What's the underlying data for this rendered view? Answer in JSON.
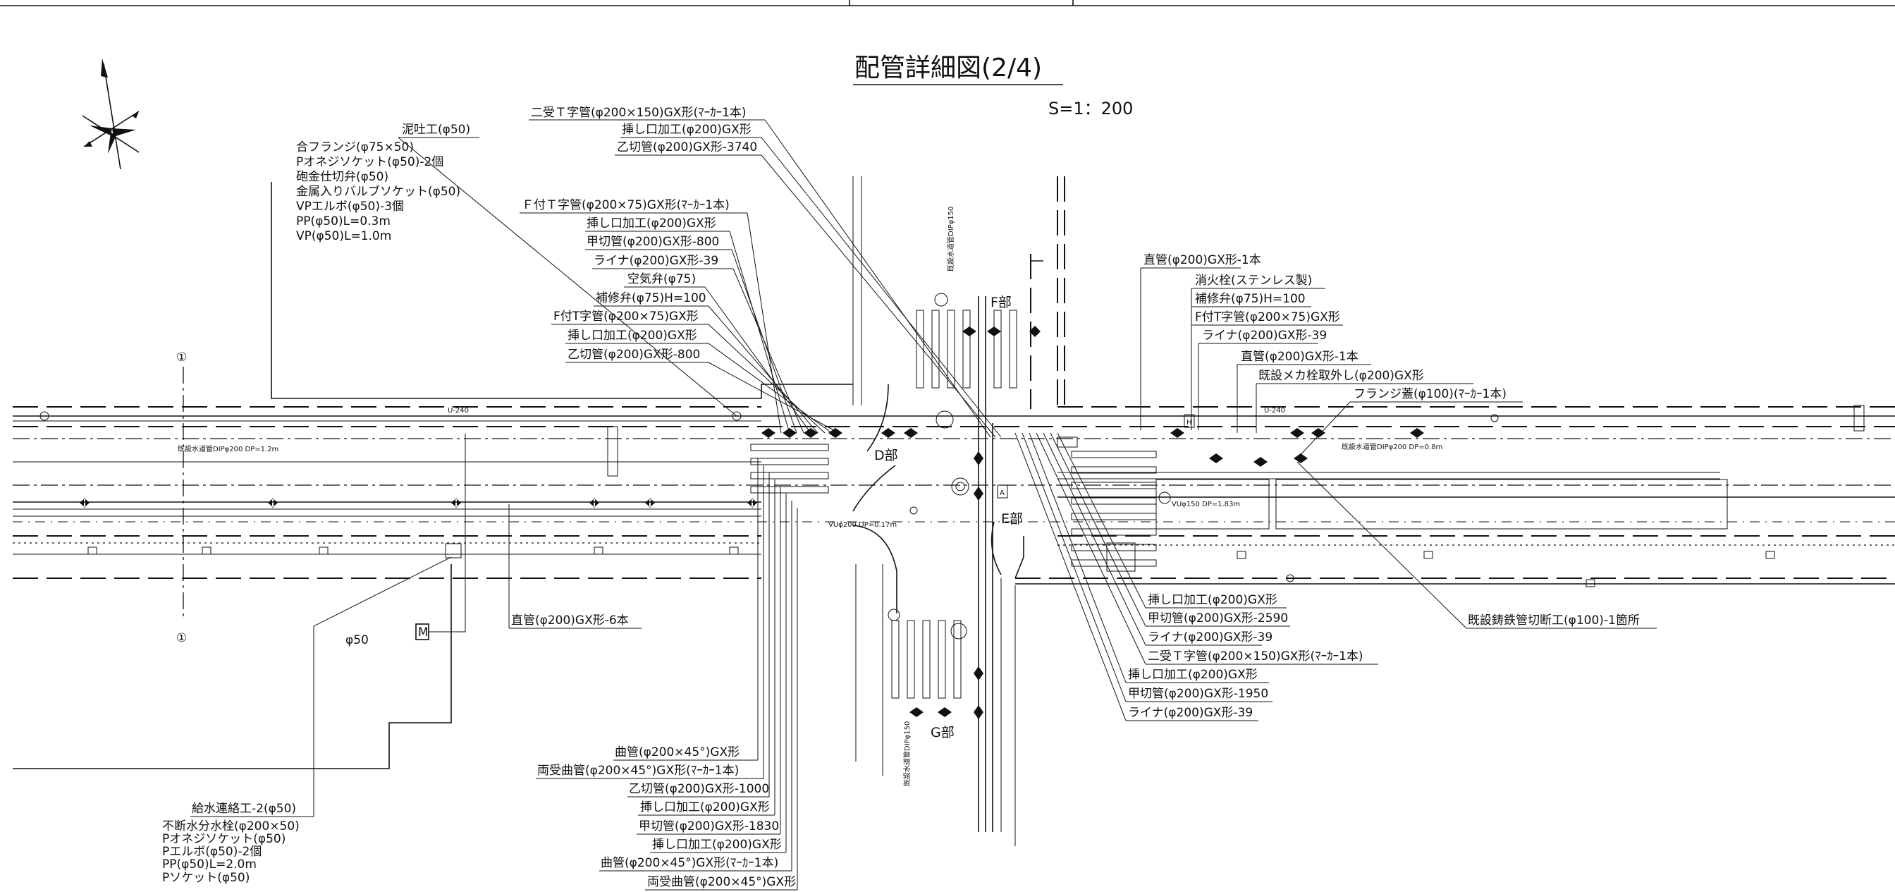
{
  "title": "配管詳細図(2/4)",
  "scale": "S=1：200",
  "section_marker": "①",
  "parts": {
    "d": "D部",
    "e": "E部",
    "f": "F部",
    "g": "G部"
  },
  "box_labels": {
    "a": "A",
    "h": "H",
    "m": "M"
  },
  "small_notes": {
    "existing_pipe_left": "既設水道管DIPφ200 DP=1.2m",
    "existing_pipe_right": "既設水道管DIPφ200 DP=0.8m",
    "vu_note": "VUφ150 DP=1.83m",
    "vu_note2": "VUφ200 DP=0.17m",
    "u240_left": "U-240",
    "u240_right": "U-240",
    "phi50": "φ50",
    "sewer_vertical": "既設水道管DIPφ150"
  },
  "group_tl_a": [
    "合フランジ(φ75×50)",
    "Pオネジソケット(φ50)-2個",
    "砲金仕切弁(φ50)",
    "金属入りバルブソケット(φ50)",
    "VPエルボ(φ50)-3個",
    "PP(φ50)L=0.3m",
    "VP(φ50)L=1.0m"
  ],
  "group_tl_a_head": "泥吐工(φ50)",
  "group_top": [
    "二受Ｔ字管(φ200×150)GX形(ﾏｰｶｰ1本)",
    "挿し口加工(φ200)GX形",
    "乙切管(φ200)GX形-3740"
  ],
  "group_mid": [
    "Ｆ付Ｔ字管(φ200×75)GX形(ﾏｰｶｰ1本)",
    "挿し口加工(φ200)GX形",
    "甲切管(φ200)GX形-800",
    "ライナ(φ200)GX形-39",
    "空気弁(φ75)",
    "補修弁(φ75)H=100",
    "F付T字管(φ200×75)GX形",
    "挿し口加工(φ200)GX形",
    "乙切管(φ200)GX形-800"
  ],
  "group_right": [
    "直管(φ200)GX形-1本",
    "消火栓(ステンレス製)",
    "補修弁(φ75)H=100",
    "F付T字管(φ200×75)GX形",
    "ライナ(φ200)GX形-39",
    "直管(φ200)GX形-1本",
    "既設メカ栓取外し(φ200)GX形",
    "フランジ蓋(φ100)(ﾏｰｶｰ1本)"
  ],
  "group_bottom_right": [
    "挿し口加工(φ200)GX形",
    "甲切管(φ200)GX形-2590",
    "ライナ(φ200)GX形-39",
    "二受Ｔ字管(φ200×150)GX形(ﾏｰｶｰ1本)",
    "挿し口加工(φ200)GX形",
    "甲切管(φ200)GX形-1950",
    "ライナ(φ200)GX形-39"
  ],
  "cast_iron_cut": "既設鋳鉄管切断工(φ100)-1箇所",
  "straight_pipe": "直管(φ200)GX形-6本",
  "group_bottom_center": [
    "曲管(φ200×45°)GX形",
    "両受曲管(φ200×45°)GX形(ﾏｰｶｰ1本)",
    "乙切管(φ200)GX形-1000",
    "挿し口加工(φ200)GX形",
    "甲切管(φ200)GX形-1830",
    "挿し口加工(φ200)GX形",
    "曲管(φ200×45°)GX形(ﾏｰｶｰ1本)",
    "両受曲管(φ200×45°)GX形"
  ],
  "group_bl_head": "給水連絡工-2(φ50)",
  "group_bl": [
    "不断水分水栓(φ200×50)",
    "Pオネジソケット(φ50)",
    "Pエルボ(φ50)-2個",
    "PP(φ50)L=2.0m",
    "Pソケット(φ50)"
  ]
}
